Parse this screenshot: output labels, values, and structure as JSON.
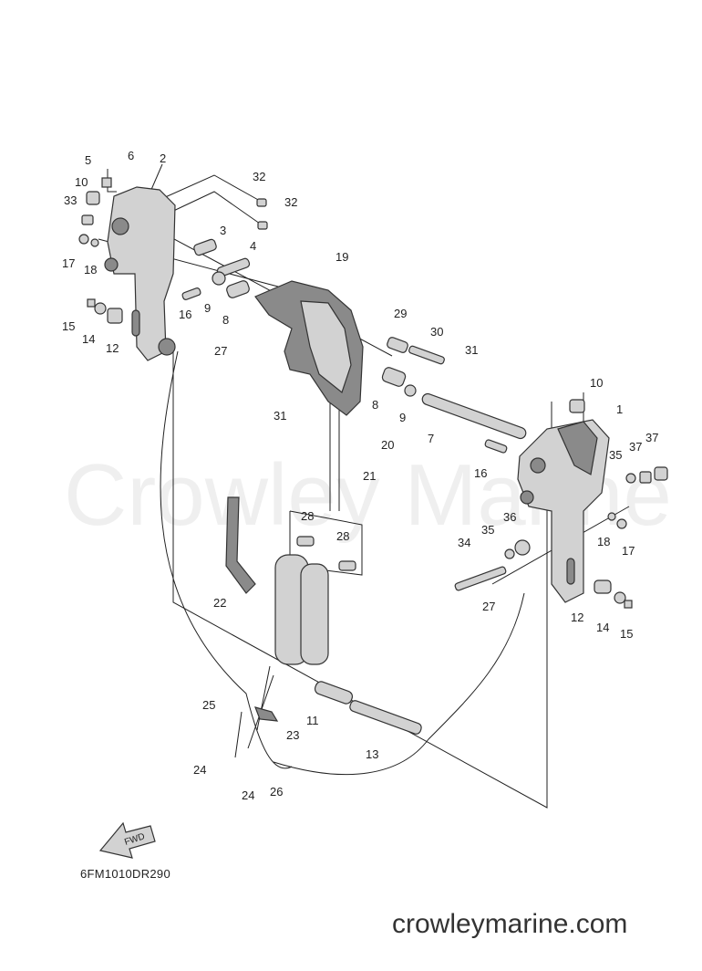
{
  "watermark": "Crowley Marine",
  "diagram_code": "6FM1010DR290",
  "website": "crowleymarine.com",
  "arrow_label": "FWD",
  "callouts": [
    {
      "id": "c5",
      "text": "5"
    },
    {
      "id": "c6",
      "text": "6"
    },
    {
      "id": "c2",
      "text": "2"
    },
    {
      "id": "c10a",
      "text": "10"
    },
    {
      "id": "c33",
      "text": "33"
    },
    {
      "id": "c17a",
      "text": "17"
    },
    {
      "id": "c18a",
      "text": "18"
    },
    {
      "id": "c32a",
      "text": "32"
    },
    {
      "id": "c32b",
      "text": "32"
    },
    {
      "id": "c3",
      "text": "3"
    },
    {
      "id": "c4",
      "text": "4"
    },
    {
      "id": "c19",
      "text": "19"
    },
    {
      "id": "c9a",
      "text": "9"
    },
    {
      "id": "c8a",
      "text": "8"
    },
    {
      "id": "c16a",
      "text": "16"
    },
    {
      "id": "c15a",
      "text": "15"
    },
    {
      "id": "c14a",
      "text": "14"
    },
    {
      "id": "c12a",
      "text": "12"
    },
    {
      "id": "c27a",
      "text": "27"
    },
    {
      "id": "c29",
      "text": "29"
    },
    {
      "id": "c30",
      "text": "30"
    },
    {
      "id": "c31a",
      "text": "31"
    },
    {
      "id": "c8b",
      "text": "8"
    },
    {
      "id": "c9b",
      "text": "9"
    },
    {
      "id": "c31b",
      "text": "31"
    },
    {
      "id": "c20",
      "text": "20"
    },
    {
      "id": "c21",
      "text": "21"
    },
    {
      "id": "c7",
      "text": "7"
    },
    {
      "id": "c10b",
      "text": "10"
    },
    {
      "id": "c1",
      "text": "1"
    },
    {
      "id": "c35a",
      "text": "35"
    },
    {
      "id": "c37a",
      "text": "37"
    },
    {
      "id": "c37b",
      "text": "37"
    },
    {
      "id": "c16b",
      "text": "16"
    },
    {
      "id": "c28a",
      "text": "28"
    },
    {
      "id": "c28b",
      "text": "28"
    },
    {
      "id": "c22",
      "text": "22"
    },
    {
      "id": "c34",
      "text": "34"
    },
    {
      "id": "c35b",
      "text": "35"
    },
    {
      "id": "c36",
      "text": "36"
    },
    {
      "id": "c18b",
      "text": "18"
    },
    {
      "id": "c17b",
      "text": "17"
    },
    {
      "id": "c27b",
      "text": "27"
    },
    {
      "id": "c12b",
      "text": "12"
    },
    {
      "id": "c14b",
      "text": "14"
    },
    {
      "id": "c15b",
      "text": "15"
    },
    {
      "id": "c25",
      "text": "25"
    },
    {
      "id": "c23",
      "text": "23"
    },
    {
      "id": "c11",
      "text": "11"
    },
    {
      "id": "c13",
      "text": "13"
    },
    {
      "id": "c24a",
      "text": "24"
    },
    {
      "id": "c24b",
      "text": "24"
    },
    {
      "id": "c26",
      "text": "26"
    }
  ]
}
